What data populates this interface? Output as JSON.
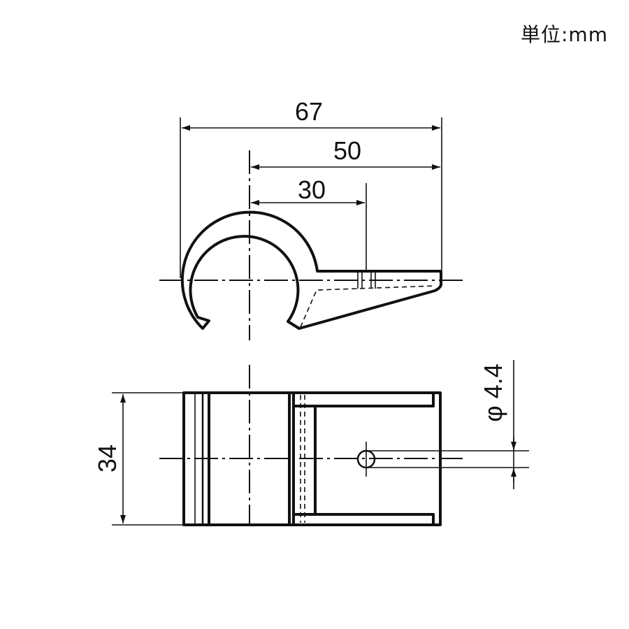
{
  "unit_label": "単位:mm",
  "dimensions": {
    "overall_length": "67",
    "length_50": "50",
    "length_30": "30",
    "height": "34",
    "hole": "φ 4.4"
  },
  "colors": {
    "line": "#111111",
    "background": "#ffffff"
  }
}
